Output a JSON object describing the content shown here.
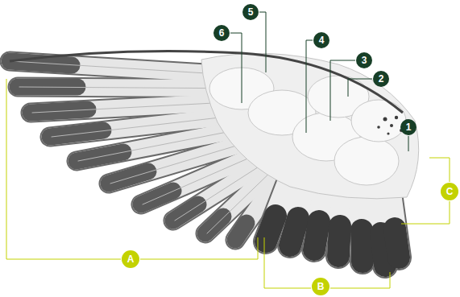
{
  "diagram": {
    "labels": [
      "1",
      "2",
      "3",
      "4",
      "5",
      "6",
      "A",
      "B",
      "C"
    ]
  }
}
